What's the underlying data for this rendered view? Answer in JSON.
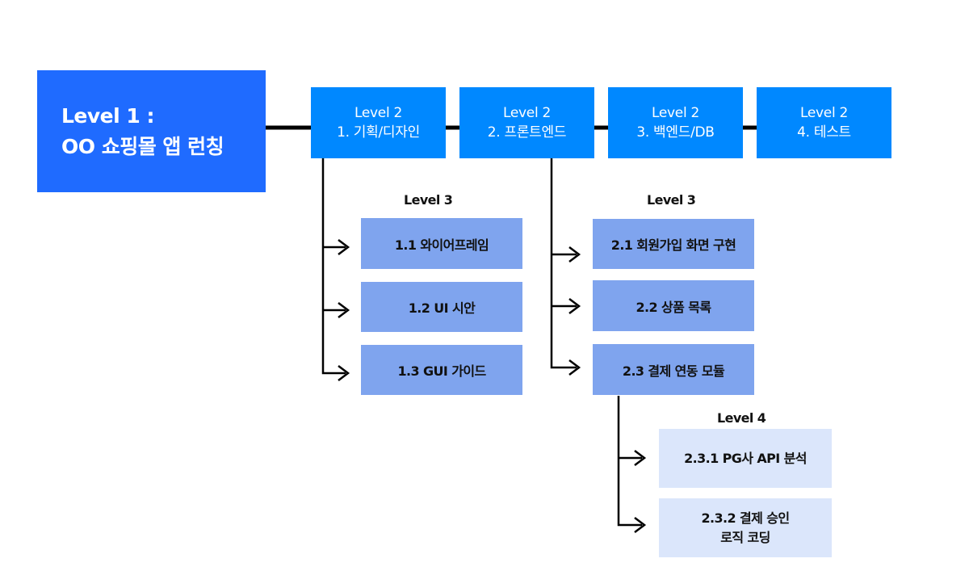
{
  "level1": {
    "label": "Level 1 :",
    "title": "OO 쇼핑몰 앱 런칭",
    "color": "#1f6bff"
  },
  "level2": [
    {
      "label": "Level 2",
      "title": "1.  기획/디자인"
    },
    {
      "label": "Level 2",
      "title": "2.  프론트엔드"
    },
    {
      "label": "Level 2",
      "title": "3.  백엔드/DB"
    },
    {
      "label": "Level 2",
      "title": "4.  테스트"
    }
  ],
  "level2_color": "#0088ff",
  "level3_groups": [
    {
      "heading": "Level 3",
      "items": [
        "1.1 와이어프레임",
        "1.2 UI 시안",
        "1.3 GUI 가이드"
      ]
    },
    {
      "heading": "Level 3",
      "items": [
        "2.1 회원가입 화면 구현",
        "2.2 상품 목록",
        "2.3 결제 연동 모듈"
      ]
    }
  ],
  "level3_color": "#7fa4ee",
  "level4_group": {
    "heading": "Level 4",
    "items": [
      {
        "line1": "2.3.1 PG사 API 분석",
        "line2": ""
      },
      {
        "line1": "2.3.2 결제 승인",
        "line2": "로직 코딩"
      }
    ]
  },
  "level4_color": "#dbe6fb"
}
